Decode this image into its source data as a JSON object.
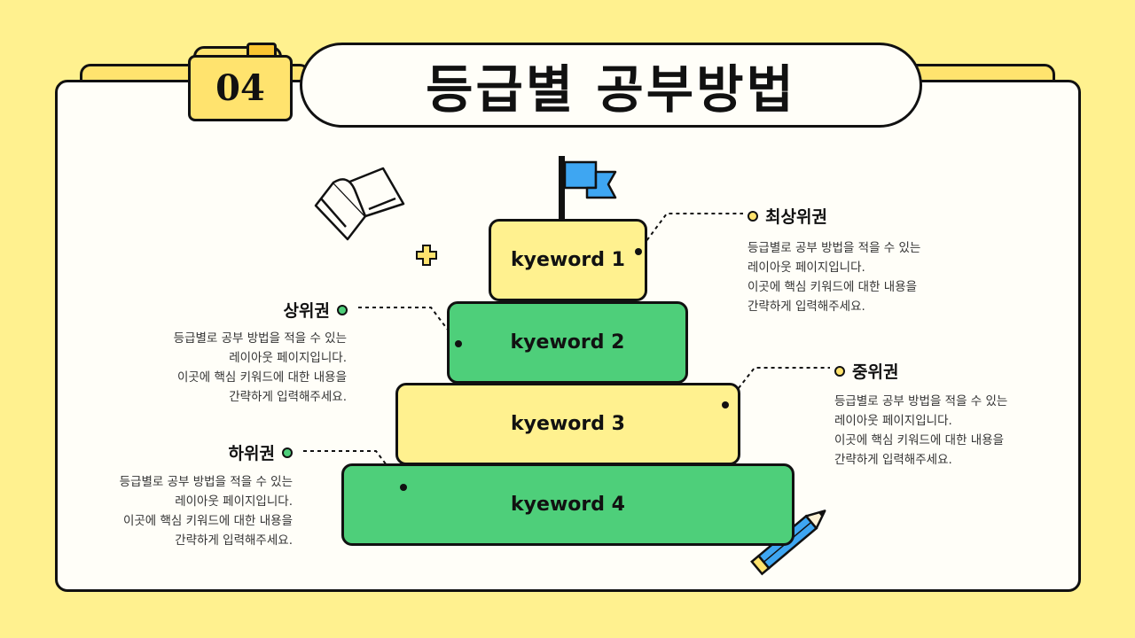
{
  "slide": {
    "number": "04",
    "title": "등급별 공부방법"
  },
  "pyramid": [
    {
      "label": "kyeword 1",
      "color": "#FFF18F"
    },
    {
      "label": "kyeword 2",
      "color": "#4ECF7A"
    },
    {
      "label": "kyeword 3",
      "color": "#FFF18F"
    },
    {
      "label": "kyeword 4",
      "color": "#4ECF7A"
    }
  ],
  "callouts": {
    "top": {
      "title": "최상위권",
      "lines": [
        "등급별로 공부 방법을 적을 수 있는",
        "레이아웃 페이지입니다.",
        "이곳에 핵심 키워드에 대한 내용을",
        "간략하게 입력해주세요."
      ],
      "dot_color": "#FFE36E"
    },
    "upper": {
      "title": "상위권",
      "lines": [
        "등급별로 공부 방법을 적을 수 있는",
        "레이아웃 페이지입니다.",
        "이곳에 핵심 키워드에 대한 내용을",
        "간략하게 입력해주세요."
      ],
      "dot_color": "#4ECF7A"
    },
    "middle": {
      "title": "중위권",
      "lines": [
        "등급별로 공부 방법을 적을 수 있는",
        "레이아웃 페이지입니다.",
        "이곳에 핵심 키워드에 대한 내용을",
        "간략하게 입력해주세요."
      ],
      "dot_color": "#FFE36E"
    },
    "lower": {
      "title": "하위권",
      "lines": [
        "등급별로 공부 방법을 적을 수 있는",
        "레이아웃 페이지입니다.",
        "이곳에 핵심 키워드에 대한 내용을",
        "간략하게 입력해주세요."
      ],
      "dot_color": "#4ECF7A"
    }
  },
  "icons": {
    "flag": "flag-icon",
    "book": "book-icon",
    "plus": "plus-icon",
    "pencil": "pencil-icon"
  },
  "colors": {
    "background": "#FFF18F",
    "card": "#FFFEF8",
    "accent_yellow": "#FFE36E",
    "accent_green": "#4ECF7A",
    "flag_blue": "#3EA6F2"
  }
}
